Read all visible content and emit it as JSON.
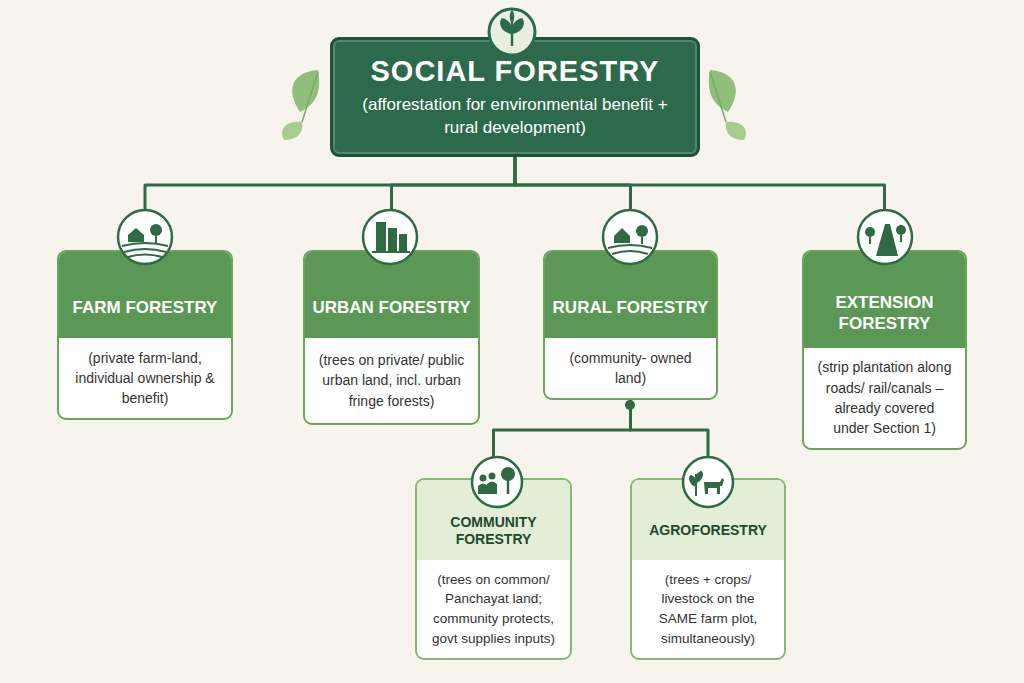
{
  "diagram": {
    "nodes": [
      {
        "text": [
          "SOCIAL FORESTRY",
          "(afforestation for environmental benefit + rural development)"
        ]
      },
      {
        "text": [
          "FARM FORESTRY",
          "(private farm-land, individual ownership & benefit)"
        ]
      },
      {
        "text": [
          "URBAN FORESTRY",
          "(trees on private/ public urban land, incl. urban fringe forests)"
        ]
      },
      {
        "text": [
          "RURAL FORESTRY",
          "(community- owned land)"
        ]
      },
      {
        "text": [
          "EXTENSION FORESTRY",
          "(strip plantation along roads/ rail/canals – already covered under Section 1)"
        ]
      },
      {
        "text": [
          "COMMUNITY FORESTRY",
          "(trees on common/ Panchayat land; community protects, govt supplies inputs)"
        ]
      },
      {
        "text": [
          "AGROFORESTRY",
          "(trees + crops/ livestock on the SAME farm plot, simultaneously)"
        ]
      }
    ],
    "edges": [
      {
        "from": 0,
        "to": 1,
        "arrow": "none"
      },
      {
        "from": 0,
        "to": 2,
        "arrow": "none"
      },
      {
        "from": 0,
        "to": 3,
        "arrow": "none"
      },
      {
        "from": 0,
        "to": 4,
        "arrow": "none"
      },
      {
        "from": 3,
        "to": 5,
        "arrow": "none"
      },
      {
        "from": 3,
        "to": 6,
        "arrow": "none"
      }
    ]
  }
}
